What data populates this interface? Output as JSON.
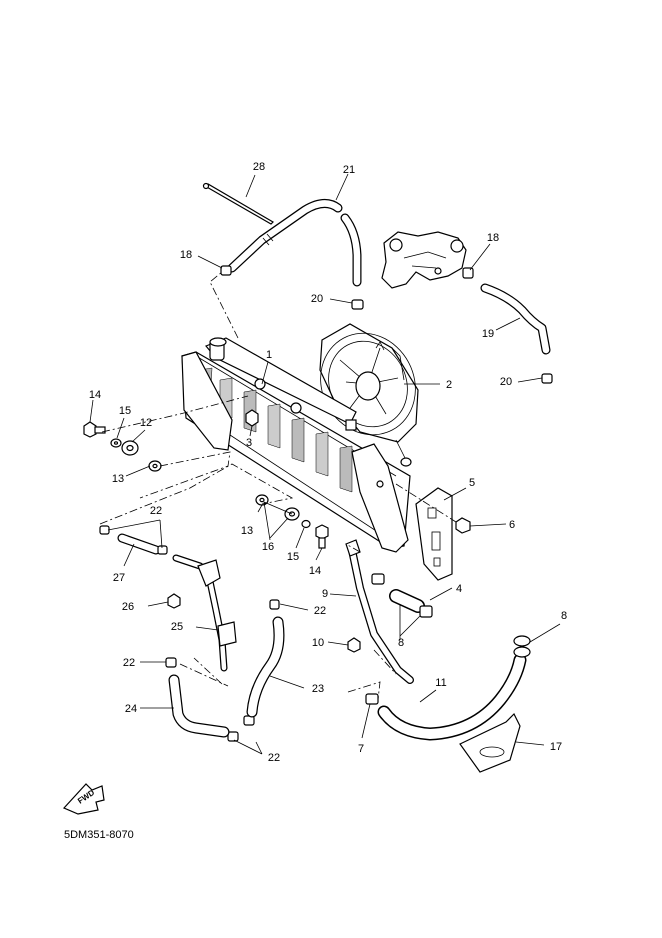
{
  "diagram_code": "5DM351-8070",
  "fwd_label": "FWD",
  "callouts": [
    {
      "id": "c28",
      "text": "28"
    },
    {
      "id": "c21",
      "text": "21"
    },
    {
      "id": "c18a",
      "text": "18"
    },
    {
      "id": "c18b",
      "text": "18"
    },
    {
      "id": "c20a",
      "text": "20"
    },
    {
      "id": "c19",
      "text": "19"
    },
    {
      "id": "c20b",
      "text": "20"
    },
    {
      "id": "c1",
      "text": "1"
    },
    {
      "id": "c2",
      "text": "2"
    },
    {
      "id": "c14a",
      "text": "14"
    },
    {
      "id": "c15a",
      "text": "15"
    },
    {
      "id": "c12",
      "text": "12"
    },
    {
      "id": "c3",
      "text": "3"
    },
    {
      "id": "c13a",
      "text": "13"
    },
    {
      "id": "c5",
      "text": "5"
    },
    {
      "id": "c6",
      "text": "6"
    },
    {
      "id": "c22a",
      "text": "22"
    },
    {
      "id": "c13b",
      "text": "13"
    },
    {
      "id": "c16",
      "text": "16"
    },
    {
      "id": "c15b",
      "text": "15"
    },
    {
      "id": "c14b",
      "text": "14"
    },
    {
      "id": "c27",
      "text": "27"
    },
    {
      "id": "c4",
      "text": "4"
    },
    {
      "id": "c9",
      "text": "9"
    },
    {
      "id": "c26",
      "text": "26"
    },
    {
      "id": "c22b",
      "text": "22"
    },
    {
      "id": "c8a",
      "text": "8"
    },
    {
      "id": "c8b",
      "text": "8"
    },
    {
      "id": "c25",
      "text": "25"
    },
    {
      "id": "c10",
      "text": "10"
    },
    {
      "id": "c22c",
      "text": "22"
    },
    {
      "id": "c11",
      "text": "11"
    },
    {
      "id": "c23",
      "text": "23"
    },
    {
      "id": "c24",
      "text": "24"
    },
    {
      "id": "c7",
      "text": "7"
    },
    {
      "id": "c17",
      "text": "17"
    },
    {
      "id": "c22d",
      "text": "22"
    }
  ]
}
